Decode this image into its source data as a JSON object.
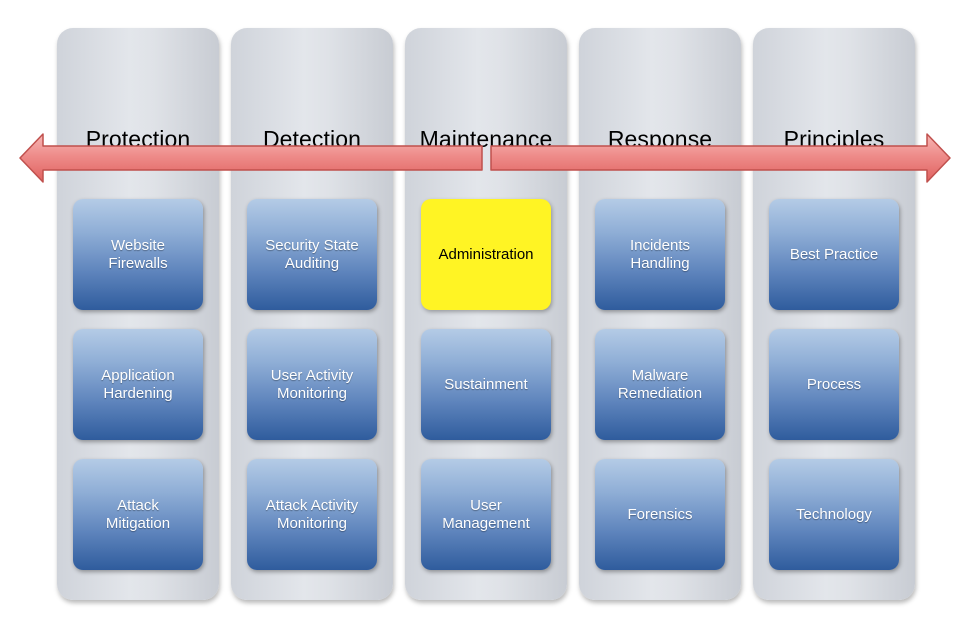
{
  "columns": [
    {
      "title": "Protection",
      "items": [
        "Website\nFirewalls",
        "Application\nHardening",
        "Attack\nMitigation"
      ]
    },
    {
      "title": "Detection",
      "items": [
        "Security State\nAuditing",
        "User Activity\nMonitoring",
        "Attack Activity\nMonitoring"
      ]
    },
    {
      "title": "Maintenance",
      "items": [
        "Administration",
        "Sustainment",
        "User\nManagement"
      ]
    },
    {
      "title": "Response",
      "items": [
        "Incidents\nHandling",
        "Malware\nRemediation",
        "Forensics"
      ]
    },
    {
      "title": "Principles",
      "items": [
        "Best Practice",
        "Process",
        "Technology"
      ]
    }
  ],
  "highlight": {
    "column": 2,
    "item": 0,
    "color": "#fff424"
  },
  "colors": {
    "arrow_fill_top": "#f7b7b5",
    "arrow_fill_bottom": "#e0615f",
    "arrow_stroke": "#c0504d",
    "box_top": "#b4cbe6",
    "box_bottom": "#2f5c9d"
  }
}
